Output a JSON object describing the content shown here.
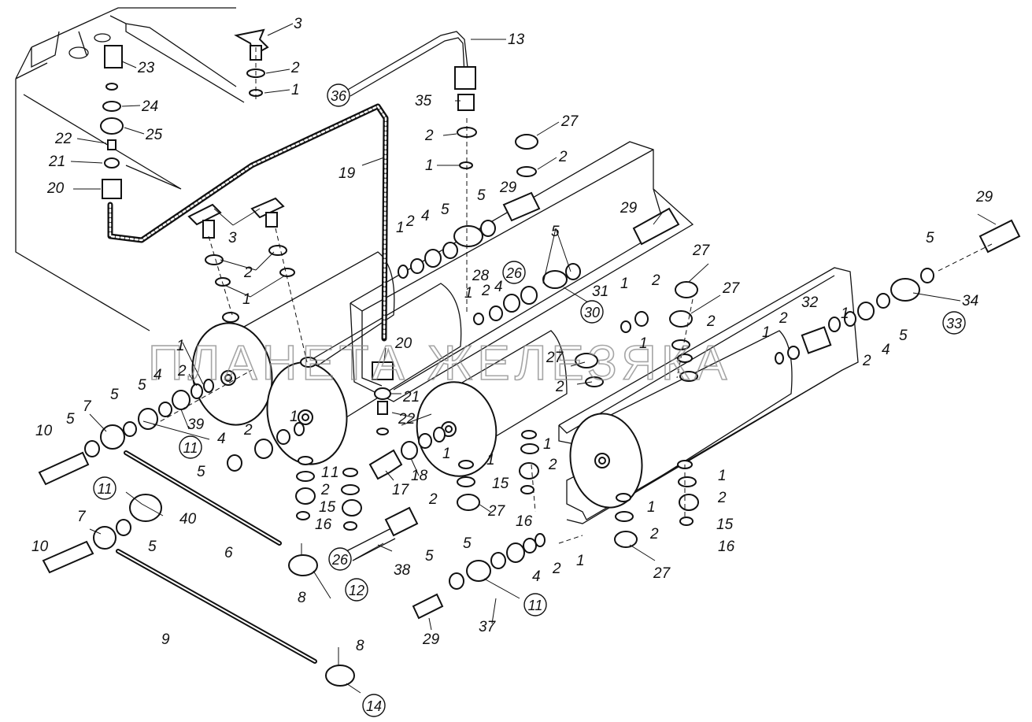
{
  "watermark": "ПЛАНЕТА ЖЕЛЕЗЯКА",
  "labels": {
    "n1": "1",
    "n2": "2",
    "n3": "3",
    "n4": "4",
    "n5": "5",
    "n6": "6",
    "n7": "7",
    "n8": "8",
    "n9": "9",
    "n10": "10",
    "n13": "13",
    "n15": "15",
    "n16": "16",
    "n17": "17",
    "n18": "18",
    "n19": "19",
    "n20": "20",
    "n21": "21",
    "n22": "22",
    "n23": "23",
    "n24": "24",
    "n25": "25",
    "n27": "27",
    "n28": "28",
    "n29": "29",
    "n31": "31",
    "n32": "32",
    "n34": "34",
    "n35": "35",
    "n37": "37",
    "n38": "38",
    "n39": "39",
    "n40": "40"
  },
  "circled": {
    "c11": "11",
    "c12": "12",
    "c14": "14",
    "c26": "26",
    "c30": "30",
    "c33": "33",
    "c36": "36"
  }
}
